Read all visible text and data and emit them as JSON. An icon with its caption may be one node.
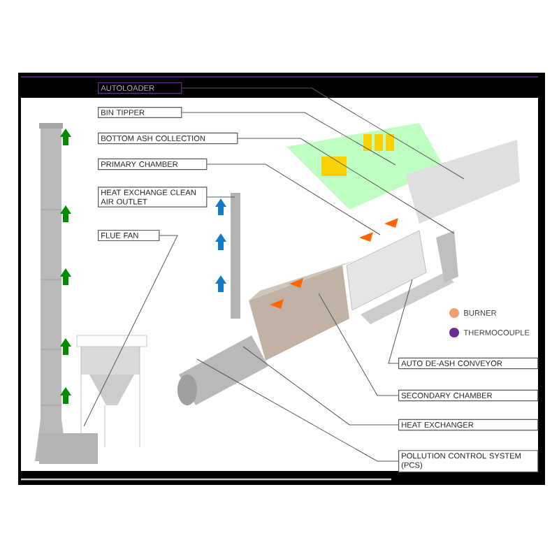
{
  "diagram": {
    "nodes": [
      {
        "text": [
          "AUTOLOADER"
        ]
      },
      {
        "text": [
          "BIN TIPPER"
        ]
      },
      {
        "text": [
          "BOTTOM ASH COLLECTION"
        ]
      },
      {
        "text": [
          "PRIMARY CHAMBER"
        ]
      },
      {
        "text": [
          "HEAT EXCHANGE CLEAN AIR OUTLET"
        ]
      },
      {
        "text": [
          "FLUE FAN"
        ]
      },
      {
        "text": [
          "AUTO DE-ASH CONVEYOR"
        ]
      },
      {
        "text": [
          "SECONDARY CHAMBER"
        ]
      },
      {
        "text": [
          "HEAT EXCHANGER"
        ]
      },
      {
        "text": [
          "POLLUTION CONTROL SYSTEM (PCS)"
        ]
      },
      {
        "text": [],
        "shape": "picture"
      },
      {
        "text": [],
        "shape": "picture"
      },
      {
        "text": [],
        "shape": "picture"
      },
      {
        "text": [],
        "shape": "picture"
      },
      {
        "text": [],
        "shape": "picture"
      },
      {
        "text": [],
        "shape": "picture"
      },
      {
        "text": [],
        "shape": "picture"
      }
    ],
    "edges": [
      {
        "from": 0,
        "to": 16,
        "arrow": "none"
      },
      {
        "from": 1,
        "to": 16,
        "arrow": "none"
      },
      {
        "from": 2,
        "to": 16,
        "arrow": "none"
      },
      {
        "from": 3,
        "to": 14,
        "arrow": "none"
      },
      {
        "from": 4,
        "to": 11,
        "arrow": "none"
      },
      {
        "from": 5,
        "to": 10,
        "arrow": "none"
      },
      {
        "from": 6,
        "to": 15,
        "arrow": "none"
      },
      {
        "from": 7,
        "to": 13,
        "arrow": "none"
      },
      {
        "from": 8,
        "to": 12,
        "arrow": "none"
      },
      {
        "from": 9,
        "to": 12,
        "arrow": "none"
      }
    ],
    "legend": [
      {
        "text": "BURNER",
        "color": "#f4a070"
      },
      {
        "text": "THERMOCOUPLE",
        "color": "#6a2c91"
      }
    ]
  }
}
